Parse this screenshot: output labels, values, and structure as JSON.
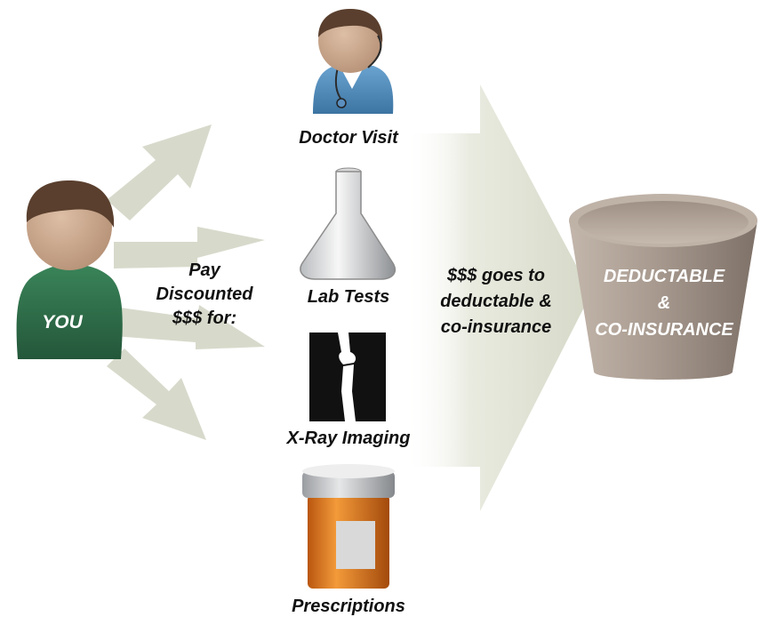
{
  "person": {
    "label": "YOU"
  },
  "pay_label": {
    "line1": "Pay",
    "line2": "Discounted",
    "line3": "$$$ for:"
  },
  "services": [
    {
      "label": "Doctor Visit",
      "icon": "doctor-icon"
    },
    {
      "label": "Lab Tests",
      "icon": "flask-icon"
    },
    {
      "label": "X-Ray Imaging",
      "icon": "xray-icon"
    },
    {
      "label": "Prescriptions",
      "icon": "pill-bottle-icon"
    }
  ],
  "flow_label": {
    "line1": "$$$ goes to",
    "line2": "deductable &",
    "line3": "co-insurance"
  },
  "bucket": {
    "line1": "DEDUCTABLE",
    "line2": "&",
    "line3": "CO-INSURANCE",
    "icon": "bucket-icon"
  },
  "colors": {
    "shirt": "#2e6e48",
    "skin": "#c9a58a",
    "hair": "#5a3f2e",
    "doctor_coat": "#4a86b8",
    "arrow": "#d7dacb",
    "bucket": "#a89a8f"
  }
}
